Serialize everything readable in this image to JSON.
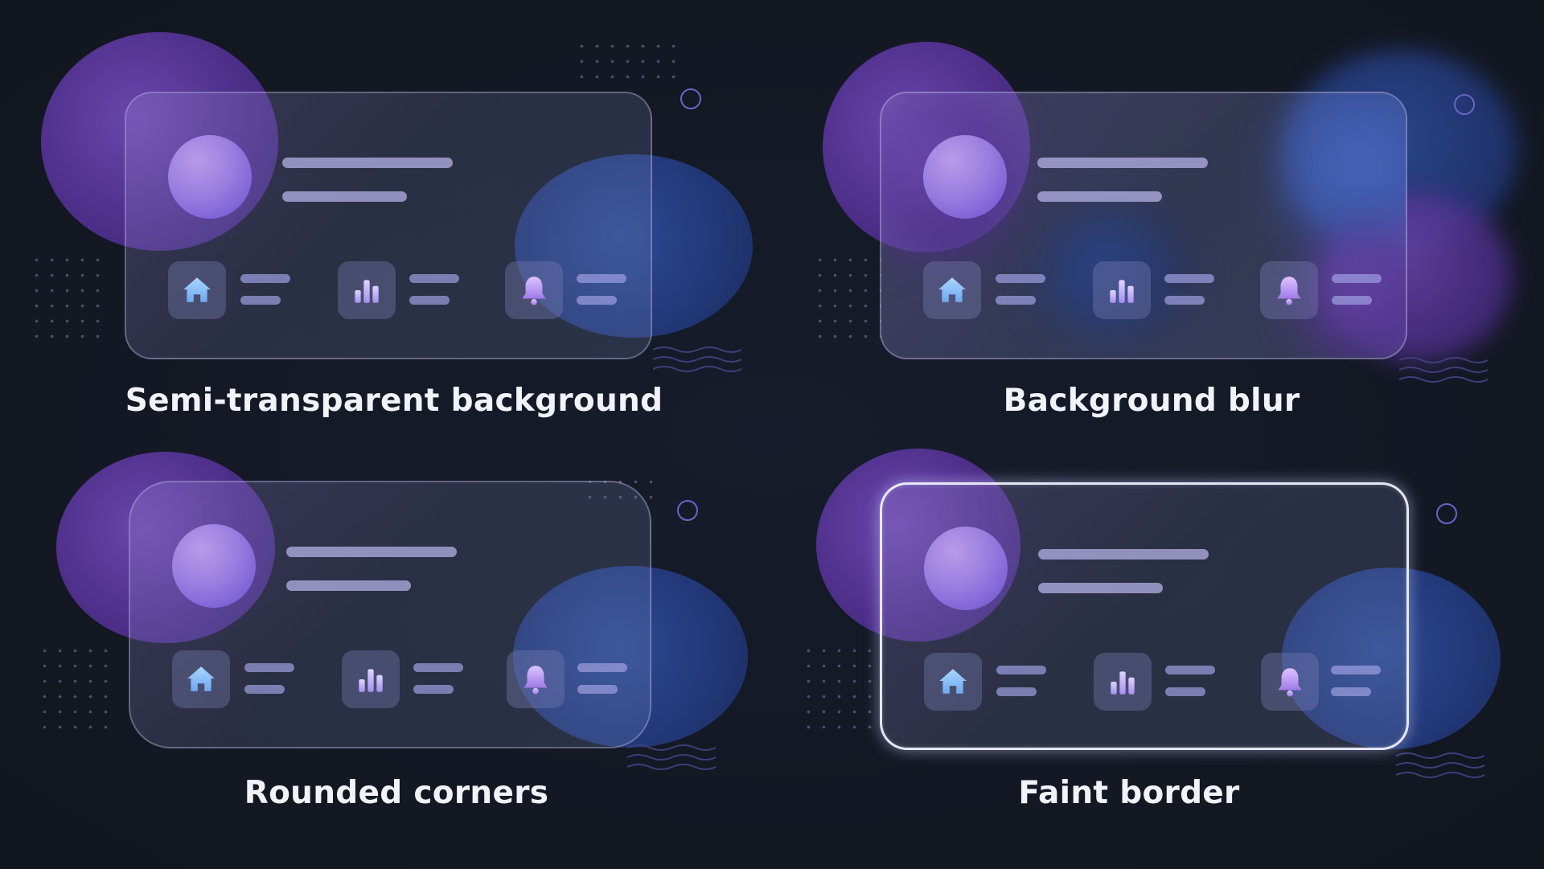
{
  "panels": [
    {
      "caption": "Semi-transparent background"
    },
    {
      "caption": "Background blur"
    },
    {
      "caption": "Rounded corners"
    },
    {
      "caption": "Faint border"
    }
  ],
  "icons": [
    "home-icon",
    "bar-chart-icon",
    "bell-icon"
  ],
  "colors": {
    "background": "#131824",
    "purple_blob": "#5a38a0",
    "blue_blob": "#27407f",
    "avatar": "#9a7ee0",
    "icon_home": "#8ec5ff",
    "icon_chart": "#c7b5ff",
    "icon_bell": "#c9a6ff",
    "ring": "#6b63c4"
  }
}
